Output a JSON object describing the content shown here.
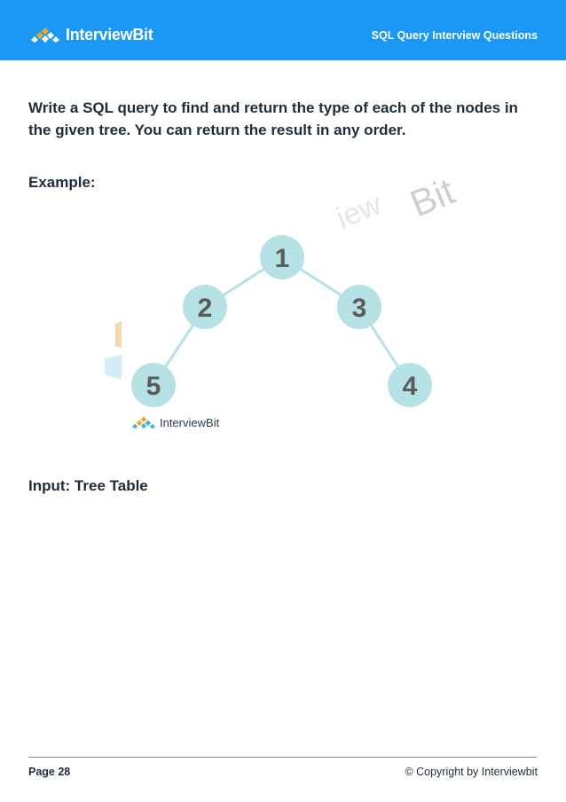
{
  "header": {
    "brand": "InterviewBit",
    "title": "SQL Query Interview Questions"
  },
  "content": {
    "question": "Write a SQL query to find and return the type of each of the nodes in the given tree. You can return the result in any order.",
    "example_label": "Example:",
    "input_label": "Input: Tree Table"
  },
  "tree": {
    "nodes": [
      {
        "id": "1",
        "label": "1"
      },
      {
        "id": "2",
        "label": "2"
      },
      {
        "id": "3",
        "label": "3"
      },
      {
        "id": "4",
        "label": "4"
      },
      {
        "id": "5",
        "label": "5"
      }
    ],
    "edges": [
      [
        "1",
        "2"
      ],
      [
        "1",
        "3"
      ],
      [
        "2",
        "5"
      ],
      [
        "3",
        "4"
      ]
    ],
    "watermark": "InterviewBit",
    "node_color": "#b6e2e6",
    "edge_color": "#b6e2e6",
    "label_color": "#5b5b5b"
  },
  "footer": {
    "page": "Page 28",
    "copyright": "© Copyright by Interviewbit"
  },
  "colors": {
    "header_bg": "#1a98f4",
    "text": "#1f2d3a"
  }
}
